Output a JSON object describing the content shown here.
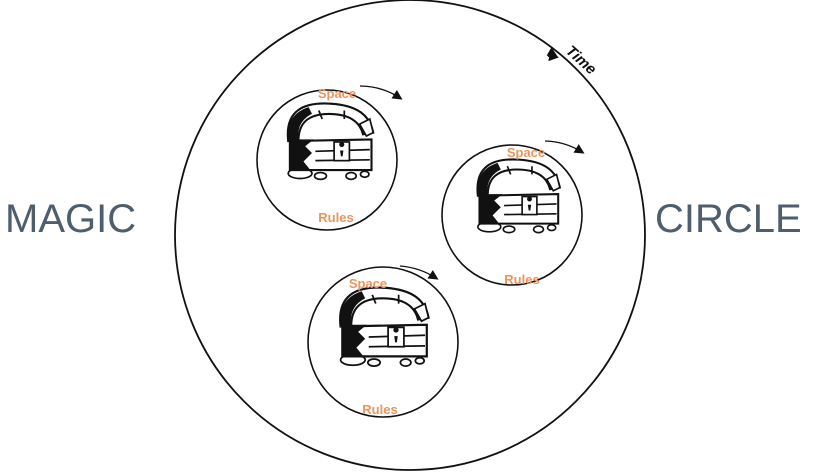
{
  "diagram": {
    "left_word": "MAGIC",
    "right_word": "CIRCLE",
    "time_label": "Time",
    "inner_circles": [
      {
        "top_label": "Space",
        "bottom_label": "Rules",
        "icon": "treasure-chest-icon"
      },
      {
        "top_label": "Space",
        "bottom_label": "Rules",
        "icon": "treasure-chest-icon"
      },
      {
        "top_label": "Space",
        "bottom_label": "Rules",
        "icon": "treasure-chest-icon"
      }
    ]
  },
  "colors": {
    "big_text": "#4f5e6d",
    "label_orange": "#f0935a",
    "line": "#111111"
  }
}
